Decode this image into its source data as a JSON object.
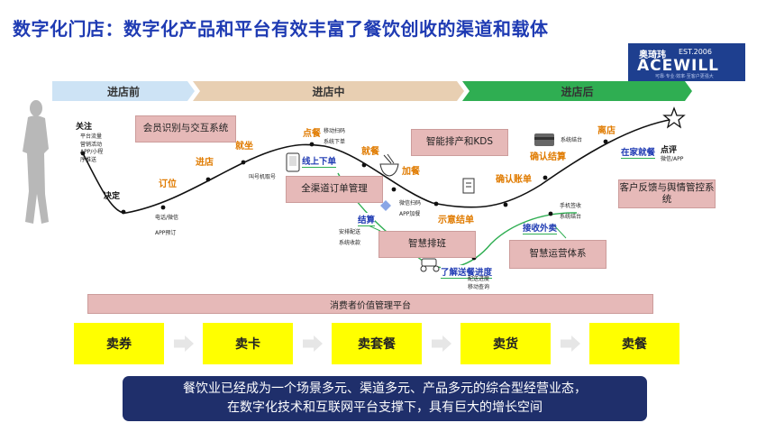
{
  "title": "数字化门店：数字化产品和平台有效丰富了餐饮创收的渠道和载体",
  "logo": {
    "cn": "奥琦玮",
    "est": "EST.2006",
    "brand": "ACEWILL",
    "tagline": "可靠·专业·效率·至客户更强大"
  },
  "colors": {
    "title": "#1f3bb3",
    "pink": "#e6b9b8",
    "yellow": "#ffff00",
    "navy": "#1f2f6b",
    "green": "#2fae52",
    "orange": "#e07b00"
  },
  "phases": [
    "进店前",
    "进店中",
    "进店后"
  ],
  "stages": {
    "guanzhu": "关注",
    "jueding": "决定",
    "dingwei": "订位",
    "jindian": "进店",
    "jiuzuo": "就坐",
    "diancan": "点餐",
    "xiadan": "线上下单",
    "jiucan": "就餐",
    "jiacan": "加餐",
    "jiesuan": "结算",
    "shiyi": "示意结单",
    "queren": "确认账单",
    "querenjiesuan": "确认结算",
    "lidian": "离店",
    "dianping": "点评",
    "zaijia": "在家就餐",
    "jieshou": "接收外卖",
    "liaojie": "了解送餐进度"
  },
  "notes": {
    "guanzhu": [
      "平台流量",
      "营销活动",
      "APP/小程",
      "序推送"
    ],
    "dingwei": [
      "电话/微信",
      "",
      "APP预订"
    ],
    "jiuzuo": [
      "叫号机取号"
    ],
    "diancan": [
      "移动扫码",
      "系统下单"
    ],
    "jiacan": [
      "微信扫码",
      "APP加餐"
    ],
    "jiesuan": [
      "安排配送",
      "",
      "系统收款"
    ],
    "queren": [
      "系统结台"
    ],
    "dianping": [
      "微信/APP"
    ],
    "jieshou": [
      "手机签收",
      "系统结台"
    ],
    "liaojie": [
      "配送进度",
      "移动查询"
    ]
  },
  "boxes": {
    "member": "会员识别与交互系统",
    "channel": "全渠道订单管理",
    "kds": "智能排产和KDS",
    "schedule": "智慧排班",
    "ops": "智慧运营体系",
    "feedback": "客户反馈与舆情管控系统"
  },
  "platform": "消费者价值管理平台",
  "products": [
    "卖券",
    "卖卡",
    "卖套餐",
    "卖货",
    "卖餐"
  ],
  "summary": [
    "餐饮业已经成为一个场景多元、渠道多元、产品多元的综合型经营业态，",
    "在数字化技术和互联网平台支撑下，具有巨大的增长空间"
  ]
}
